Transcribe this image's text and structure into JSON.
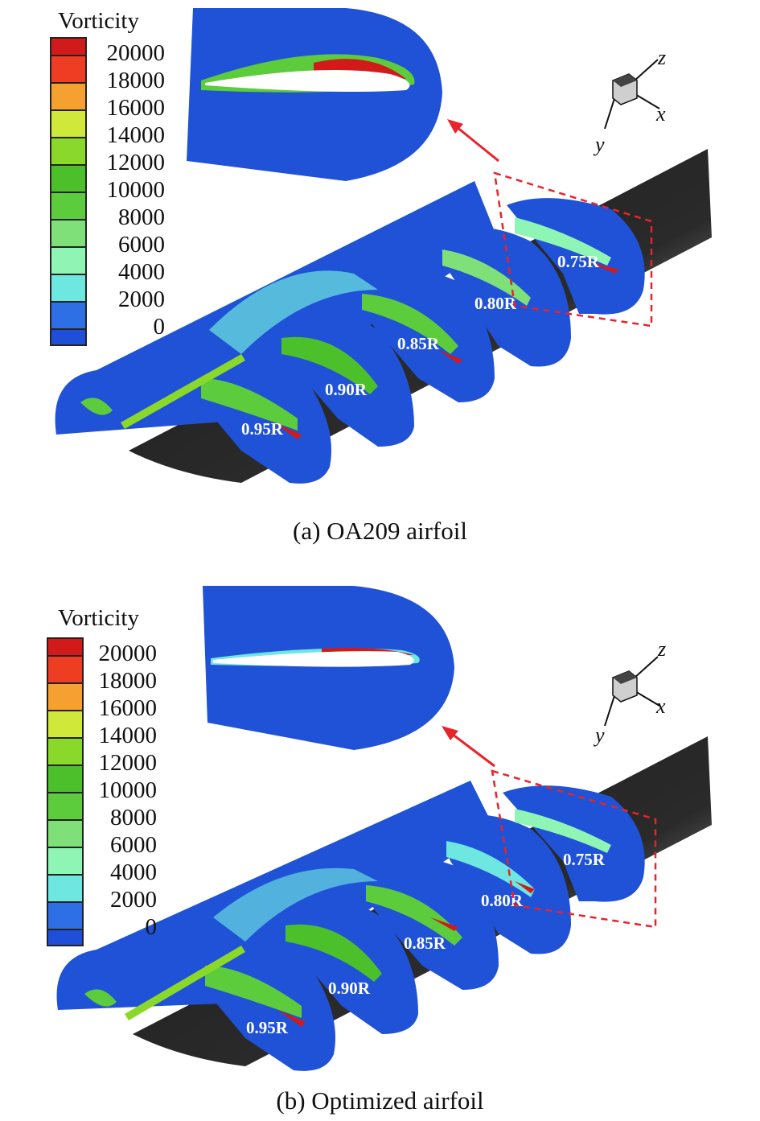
{
  "legend": {
    "title": "Vorticity",
    "ticks": [
      "20000",
      "18000",
      "16000",
      "14000",
      "12000",
      "10000",
      "8000",
      "6000",
      "4000",
      "2000",
      "0"
    ],
    "colors": [
      "#d21a1a",
      "#ef3d24",
      "#f5a030",
      "#cfe83a",
      "#8ad82a",
      "#4cc02a",
      "#5dcc3c",
      "#7fe07a",
      "#8ff5b5",
      "#6ee7e0",
      "#2f6fe6",
      "#1f4fd8"
    ]
  },
  "axes": {
    "x": "x",
    "y": "y",
    "z": "z"
  },
  "sections": [
    "0.75R",
    "0.80R",
    "0.85R",
    "0.90R",
    "0.95R"
  ],
  "panels": [
    {
      "id": "a",
      "caption": "(a) OA209 airfoil"
    },
    {
      "id": "b",
      "caption": "(b) Optimized airfoil"
    }
  ],
  "colors": {
    "field": "#1f52d6",
    "blade": "#1a1a1a",
    "arrow": "#e8232a",
    "highlight": "#e8232a"
  }
}
